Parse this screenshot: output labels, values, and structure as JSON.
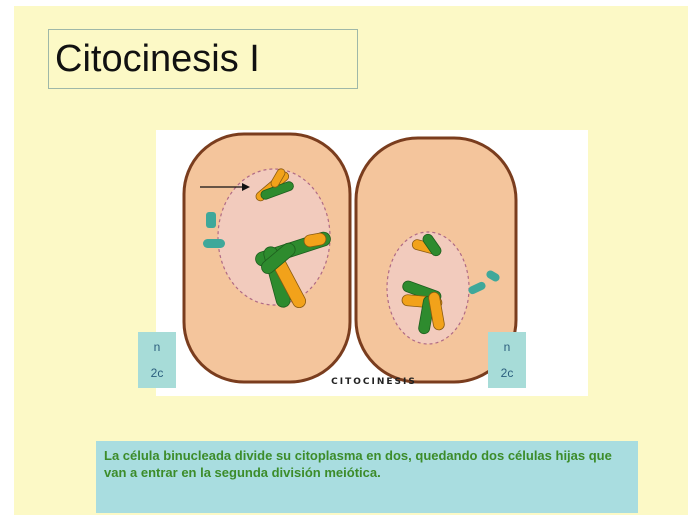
{
  "slide": {
    "title": "Citocinesis I",
    "figure_label": "CITOCINESIS",
    "left_ploidy": {
      "n": "n",
      "c": "2c"
    },
    "right_ploidy": {
      "n": "n",
      "c": "2c"
    },
    "description": "La célula binucleada divide su citoplasma en dos, quedando dos células hijas que van a entrar en la segunda división meiótica."
  },
  "colors": {
    "background": "#fcf9c6",
    "cell_fill": "#f4c59c",
    "nucleus_fill": "#f2cbbd",
    "chromosome_green": "#2e8b2e",
    "chromosome_orange": "#f2a21a",
    "info_box": "#a9dde0",
    "description_text": "#3c8c2a"
  }
}
